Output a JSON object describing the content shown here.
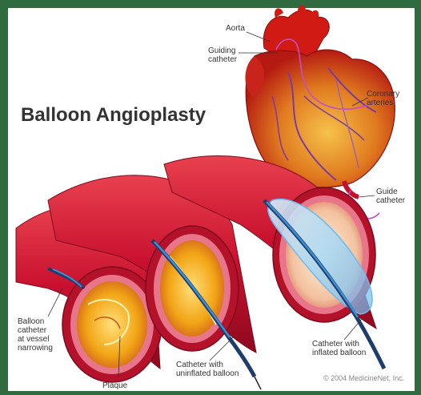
{
  "title": "Balloon Angioplasty",
  "labels": {
    "aorta": "Aorta",
    "guiding_catheter": "Guiding\ncatheter",
    "coronary_arteries": "Coronary\narteries",
    "guide_catheter": "Guide\ncatheter",
    "balloon_catheter": "Balloon\ncatheter\nat vessel\nnarrowing",
    "plaque": "Plaque",
    "catheter_uninflated": "Catheter with\nuninflated balloon",
    "catheter_inflated": "Catheter with\ninflated balloon"
  },
  "copyright": "© 2004 MedicineNet, Inc.",
  "colors": {
    "frame": "#2f6b3f",
    "background": "#ffffff",
    "vessel": "#c8102e",
    "plaque": "#f2a516",
    "catheter": "#3a8fd6",
    "text": "#333333"
  }
}
